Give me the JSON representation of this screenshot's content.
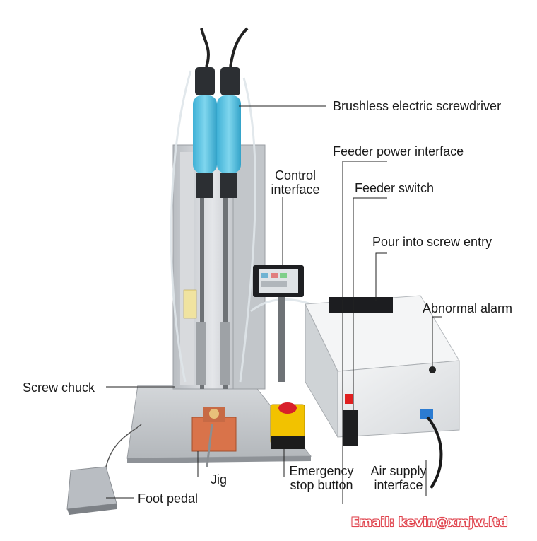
{
  "labels": {
    "screwdriver": "Brushless electric screwdriver",
    "feeder_power": "Feeder power interface",
    "control_interface": "Control\ninterface",
    "feeder_switch": "Feeder switch",
    "screw_entry": "Pour into screw entry",
    "abnormal_alarm": "Abnormal alarm",
    "screw_chuck": "Screw chuck",
    "emergency_stop": "Emergency\nstop button",
    "air_supply": "Air supply\ninterface",
    "jig": "Jig",
    "foot_pedal": "Foot pedal"
  },
  "watermark": "Email: kevin@xmjw.ltd",
  "colors": {
    "screwdriver_body": "#5cc6e3",
    "machine_metal": "#c9ccd0",
    "feeder_box": "#eef0f2",
    "estop": "#f2c200",
    "jig": "#d9734a",
    "watermark": "#e0454f"
  }
}
